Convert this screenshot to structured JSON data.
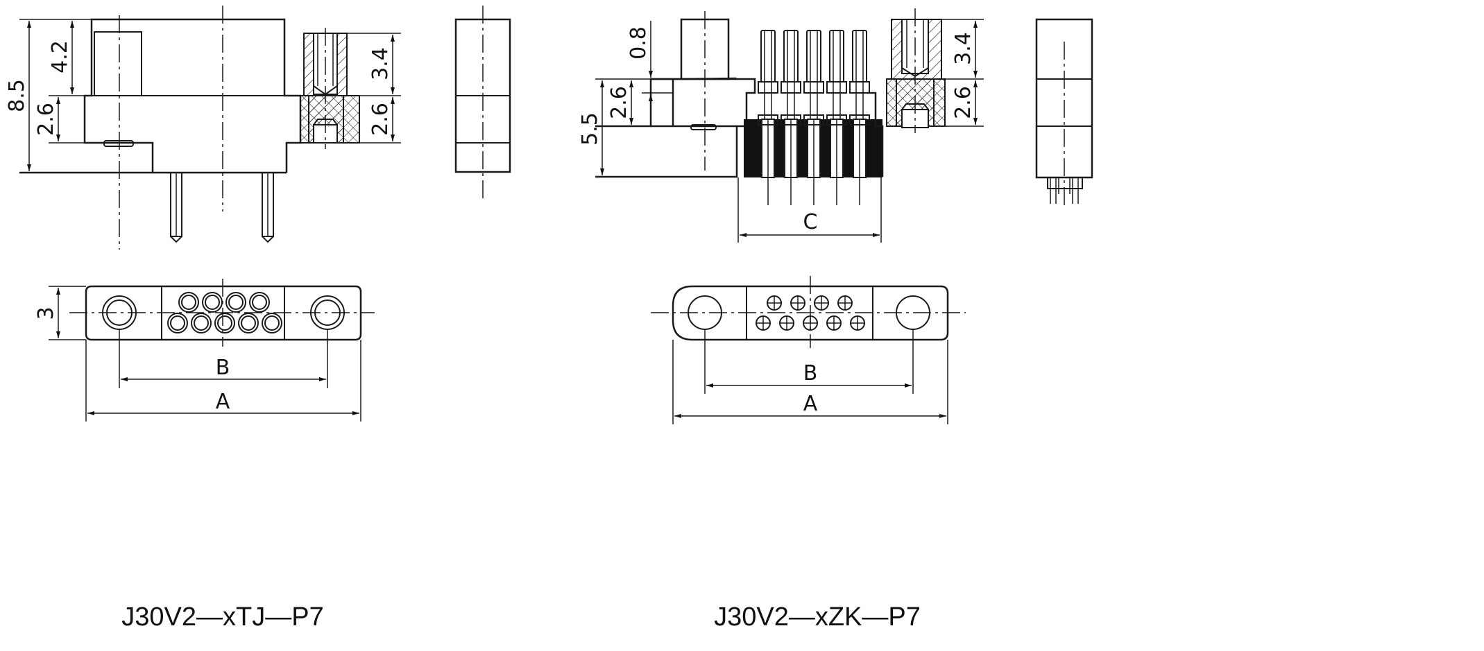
{
  "left_drawing": {
    "title": "J30V2—xTJ—P7",
    "dims": {
      "total_height": "8.5",
      "upper_height": "4.2",
      "lower_height": "2.6",
      "screw_upper": "3.4",
      "screw_lower": "2.6",
      "bottom_depth": "3",
      "pitch_label": "B",
      "width_label": "A"
    }
  },
  "right_drawing": {
    "title": "J30V2—xZK—P7",
    "dims": {
      "top_offset": "0.8",
      "mid_height": "2.6",
      "total_height": "5.5",
      "screw_upper": "3.4",
      "screw_lower": "2.6",
      "pin_span_label": "C",
      "pitch_label": "B",
      "width_label": "A"
    }
  }
}
